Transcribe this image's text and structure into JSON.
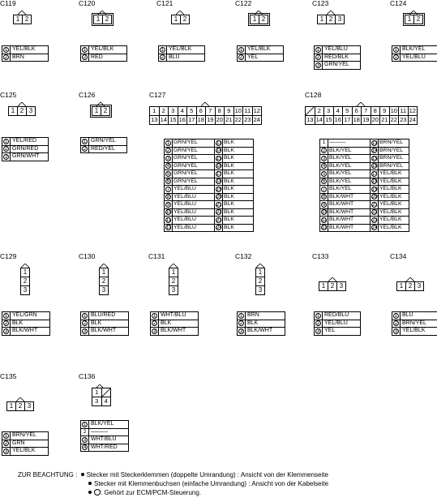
{
  "connectors": [
    {
      "id": "C119",
      "terms": [
        "1",
        "2"
      ],
      "wires": [
        {
          "n": "1",
          "c": "YEL/BLK"
        },
        {
          "n": "2",
          "c": "BRN"
        }
      ]
    },
    {
      "id": "C120",
      "terms": [
        "1",
        "2"
      ],
      "wires": [
        {
          "n": "1",
          "c": "YEL/BLK"
        },
        {
          "n": "2",
          "c": "RED"
        }
      ]
    },
    {
      "id": "C121",
      "terms": [
        "1",
        "2"
      ],
      "wires": [
        {
          "n": "1",
          "c": "YEL/BLK"
        },
        {
          "n": "2",
          "c": "BLU"
        }
      ]
    },
    {
      "id": "C122",
      "terms": [
        "1",
        "2"
      ],
      "wires": [
        {
          "n": "1",
          "c": "YEL/BLK"
        },
        {
          "n": "2",
          "c": "YEL"
        }
      ]
    },
    {
      "id": "C123",
      "terms": [
        "1",
        "2",
        "3"
      ],
      "wires": [
        {
          "n": "1",
          "c": "YEL/BLU"
        },
        {
          "n": "2",
          "c": "RED/BLK"
        },
        {
          "n": "3",
          "c": "GRN/YEL"
        }
      ]
    },
    {
      "id": "C124",
      "terms": [
        "1",
        "2"
      ],
      "wires": [
        {
          "n": "1",
          "c": "BLK/YEL"
        },
        {
          "n": "2",
          "c": "YEL/BLU"
        }
      ]
    },
    {
      "id": "C125",
      "terms": [
        "1",
        "2",
        "3"
      ],
      "wires": [
        {
          "n": "1",
          "c": "YEL/RED"
        },
        {
          "n": "2",
          "c": "GRN/RED"
        },
        {
          "n": "3",
          "c": "GRN/WHT"
        }
      ]
    },
    {
      "id": "C126",
      "terms": [
        "1",
        "2"
      ],
      "wires": [
        {
          "n": "1",
          "c": "GRN/YEL"
        },
        {
          "n": "2",
          "c": "RED/YEL"
        }
      ]
    },
    {
      "id": "C129",
      "terms": [
        "1",
        "2",
        "3"
      ],
      "wires": [
        {
          "n": "1",
          "c": "YEL/GRN"
        },
        {
          "n": "2",
          "c": "BLK"
        },
        {
          "n": "3",
          "c": "BLK/WHT"
        }
      ]
    },
    {
      "id": "C130",
      "terms": [
        "1",
        "2",
        "3"
      ],
      "wires": [
        {
          "n": "1",
          "c": "BLU/RED"
        },
        {
          "n": "2",
          "c": "BLK"
        },
        {
          "n": "3",
          "c": "BLK/WHT"
        }
      ]
    },
    {
      "id": "C131",
      "terms": [
        "1",
        "2",
        "3"
      ],
      "wires": [
        {
          "n": "1",
          "c": "WHT/BLU"
        },
        {
          "n": "2",
          "c": "BLK"
        },
        {
          "n": "3",
          "c": "BLK/WHT"
        }
      ]
    },
    {
      "id": "C132",
      "terms": [
        "1",
        "2",
        "3"
      ],
      "wires": [
        {
          "n": "1",
          "c": "BRN"
        },
        {
          "n": "2",
          "c": "BLK"
        },
        {
          "n": "3",
          "c": "BLK/WHT"
        }
      ]
    },
    {
      "id": "C133",
      "terms": [
        "1",
        "2",
        "3"
      ],
      "wires": [
        {
          "n": "1",
          "c": "RED/BLU"
        },
        {
          "n": "2",
          "c": "YEL/BLU"
        },
        {
          "n": "3",
          "c": "YEL"
        }
      ]
    },
    {
      "id": "C134",
      "terms": [
        "1",
        "2",
        "3"
      ],
      "wires": [
        {
          "n": "1",
          "c": "BLU"
        },
        {
          "n": "2",
          "c": "BRN/YEL"
        },
        {
          "n": "3",
          "c": "YEL/BLK"
        }
      ]
    },
    {
      "id": "C135",
      "terms": [
        "1",
        "2",
        "3"
      ],
      "wires": [
        {
          "n": "1",
          "c": "BRN/YEL"
        },
        {
          "n": "2",
          "c": "GRN"
        },
        {
          "n": "3",
          "c": "YEL/BLK"
        }
      ]
    },
    {
      "id": "C136",
      "terms": [
        "1",
        "3",
        "4"
      ],
      "wires": [
        {
          "n": "1",
          "c": "BLK/YEL"
        },
        {
          "n": "2",
          "c": "———"
        },
        {
          "n": "3",
          "c": "WHT/BLU"
        },
        {
          "n": "4",
          "c": "WHT/RED"
        }
      ]
    }
  ],
  "c127": {
    "id": "C127",
    "grid_top": [
      "1",
      "2",
      "3",
      "4",
      "5",
      "6",
      "7",
      "8",
      "9",
      "10",
      "11",
      "12"
    ],
    "grid_bottom": [
      "13",
      "14",
      "15",
      "16",
      "17",
      "18",
      "19",
      "20",
      "21",
      "22",
      "23",
      "24"
    ],
    "rows": [
      {
        "n1": "1",
        "c1": "GRN/YEL",
        "n2": "13",
        "c2": "BLK"
      },
      {
        "n1": "2",
        "c1": "GRN/YEL",
        "n2": "14",
        "c2": "BLK"
      },
      {
        "n1": "3",
        "c1": "GRN/YEL",
        "n2": "15",
        "c2": "BLK"
      },
      {
        "n1": "4",
        "c1": "GRN/YEL",
        "n2": "16",
        "c2": "BLK"
      },
      {
        "n1": "5",
        "c1": "GRN/YEL",
        "n2": "17",
        "c2": "BLK"
      },
      {
        "n1": "6",
        "c1": "GRN/YEL",
        "n2": "18",
        "c2": "BLK"
      },
      {
        "n1": "7",
        "c1": "YEL/BLU",
        "n2": "19",
        "c2": "BLK"
      },
      {
        "n1": "8",
        "c1": "YEL/BLU",
        "n2": "20",
        "c2": "BLK"
      },
      {
        "n1": "9",
        "c1": "YEL/BLU",
        "n2": "21",
        "c2": "BLK"
      },
      {
        "n1": "10",
        "c1": "YEL/BLU",
        "n2": "22",
        "c2": "BLK"
      },
      {
        "n1": "11",
        "c1": "YEL/BLU",
        "n2": "23",
        "c2": "BLK"
      },
      {
        "n1": "12",
        "c1": "YEL/BLU",
        "n2": "24",
        "c2": "BLK"
      }
    ]
  },
  "c128": {
    "id": "C128",
    "grid_top": [
      "",
      "2",
      "3",
      "4",
      "5",
      "6",
      "7",
      "8",
      "9",
      "10",
      "11",
      "12"
    ],
    "grid_bottom": [
      "13",
      "14",
      "15",
      "16",
      "17",
      "18",
      "19",
      "20",
      "21",
      "22",
      "23",
      "24"
    ],
    "rows": [
      {
        "n1": "1",
        "c1": "———",
        "n2": "13",
        "c2": "BRN/YEL"
      },
      {
        "n1": "2",
        "c1": "BLK/YEL",
        "n2": "14",
        "c2": "BRN/YEL"
      },
      {
        "n1": "3",
        "c1": "BLK/YEL",
        "n2": "15",
        "c2": "BRN/YEL"
      },
      {
        "n1": "4",
        "c1": "BLK/YEL",
        "n2": "16",
        "c2": "BRN/YEL"
      },
      {
        "n1": "5",
        "c1": "BLK/YEL",
        "n2": "17",
        "c2": "YEL/BLK"
      },
      {
        "n1": "6",
        "c1": "BLK/YEL",
        "n2": "18",
        "c2": "YEL/BLK"
      },
      {
        "n1": "7",
        "c1": "BLK/YEL",
        "n2": "19",
        "c2": "YEL/BLK"
      },
      {
        "n1": "8",
        "c1": "BLK/WHT",
        "n2": "20",
        "c2": "YEL/BLK"
      },
      {
        "n1": "9",
        "c1": "BLK/WHT",
        "n2": "21",
        "c2": "YEL/BLK"
      },
      {
        "n1": "10",
        "c1": "BLK/WHT",
        "n2": "22",
        "c2": "YEL/BLK"
      },
      {
        "n1": "11",
        "c1": "BLK/WHT",
        "n2": "23",
        "c2": "YEL/BLK"
      },
      {
        "n1": "12",
        "c1": "BLK/WHT",
        "n2": "24",
        "c2": "YEL/BLK"
      }
    ]
  },
  "notes": {
    "label": "ZUR BEACHTUNG :",
    "line1": "Stecker mit Steckerklemmen (doppelte Umrandung) : Ansicht von der Klemmenseite",
    "line2": "Stecker mit Klemmenbuchsen (einfache Umrandung) : Ansicht von der Kabelseite",
    "line3": ": Gehört zur ECM/PCM-Steuerung."
  }
}
